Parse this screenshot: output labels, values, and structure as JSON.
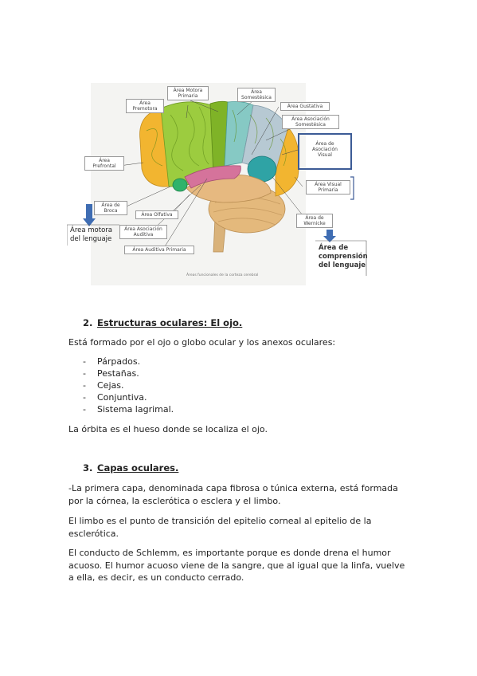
{
  "figure": {
    "labels": {
      "motora": "Área Motora Primaria",
      "somestesica": "Área Somestésica",
      "premotora": "Área Premotora",
      "gustativa": "Área Gustativa",
      "asoc_somestesica": "Área Asociación Somestésica",
      "asoc_visual": "Área de Asociación Visual",
      "prefrontal": "Área Prefrontal",
      "visual_primaria": "Área Visual Primaria",
      "broca": "Área de Broca",
      "olfativa": "Área Olfativa",
      "wernicke": "Área de Wernicke",
      "asoc_auditiva": "Área Asociación Auditiva",
      "auditiva_primaria": "Área Auditiva Primaria"
    },
    "caption": "Áreas funcionales de la corteza cerebral",
    "motor_language": "Área motora del lenguaje",
    "comprehension_language": "Área de comprensión del lenguaje"
  },
  "section2": {
    "number": "2.",
    "title": "Estructuras oculares: El ojo.",
    "intro": "Está formado por el ojo o globo ocular y los anexos oculares:",
    "items": [
      "Párpados.",
      "Pestañas.",
      "Cejas.",
      "Conjuntiva.",
      "Sistema lagrimal."
    ],
    "orbit": "La órbita es el hueso donde se localiza el ojo."
  },
  "section3": {
    "number": "3.",
    "title": "Capas oculares.",
    "p1": "-La primera capa, denominada capa fibrosa o túnica externa, está formada por la córnea, la esclerótica o esclera y el limbo.",
    "p2": "El limbo es el punto de transición del epitelio corneal al epitelio de la esclerótica.",
    "p3": "El conducto de Schlemm, es importante porque es donde drena el humor acuoso. El humor acuoso viene de la sangre, que al igual que la linfa, vuelve a ella, es decir, es un conducto cerrado."
  }
}
